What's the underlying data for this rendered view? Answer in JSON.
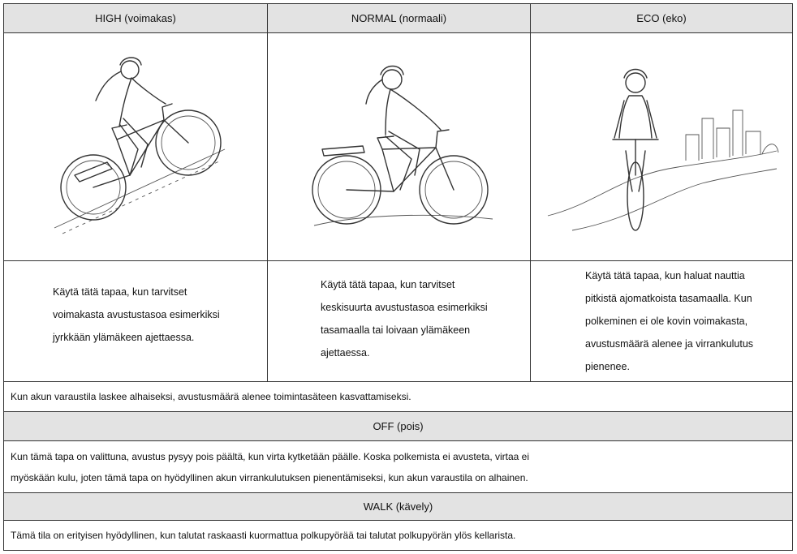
{
  "modes": [
    {
      "title": "HIGH (voimakas)",
      "illustration": "cyclist-climbing-icon",
      "description": [
        "Käytä tätä tapaa, kun tarvitset",
        "voimakasta avustustasoa esimerkiksi",
        "jyrkkään ylämäkeen ajettaessa."
      ]
    },
    {
      "title": "NORMAL (normaali)",
      "illustration": "cyclist-cruising-icon",
      "description": [
        "Käytä tätä tapaa, kun tarvitset",
        "keskisuurta avustustasoa esimerkiksi",
        "tasamaalla tai loivaan ylämäkeen",
        "ajettaessa."
      ]
    },
    {
      "title": "ECO (eko)",
      "illustration": "cyclist-front-city-icon",
      "description": [
        "Käytä tätä tapaa, kun haluat nauttia",
        "pitkistä ajomatkoista tasamaalla. Kun",
        "polkeminen ei ole kovin voimakasta,",
        "avustusmäärä alenee ja virrankulutus",
        "pienenee."
      ]
    }
  ],
  "battery_note": "Kun akun varaustila laskee alhaiseksi, avustusmäärä alenee toimintasäteen kasvattamiseksi.",
  "off": {
    "title": "OFF (pois)",
    "lines": [
      "Kun tämä tapa on valittuna, avustus pysyy pois päältä, kun virta kytketään päälle. Koska polkemista ei avusteta, virtaa ei",
      "myöskään kulu, joten tämä tapa on hyödyllinen akun virrankulutuksen pienentämiseksi, kun akun varaustila on alhainen."
    ]
  },
  "walk": {
    "title": "WALK (kävely)",
    "text": "Tämä tila on erityisen hyödyllinen, kun talutat raskaasti kuormattua polkupyörää tai talutat polkupyörän ylös kellarista."
  },
  "colors": {
    "header_bg": "#e3e3e3",
    "border": "#333333"
  }
}
